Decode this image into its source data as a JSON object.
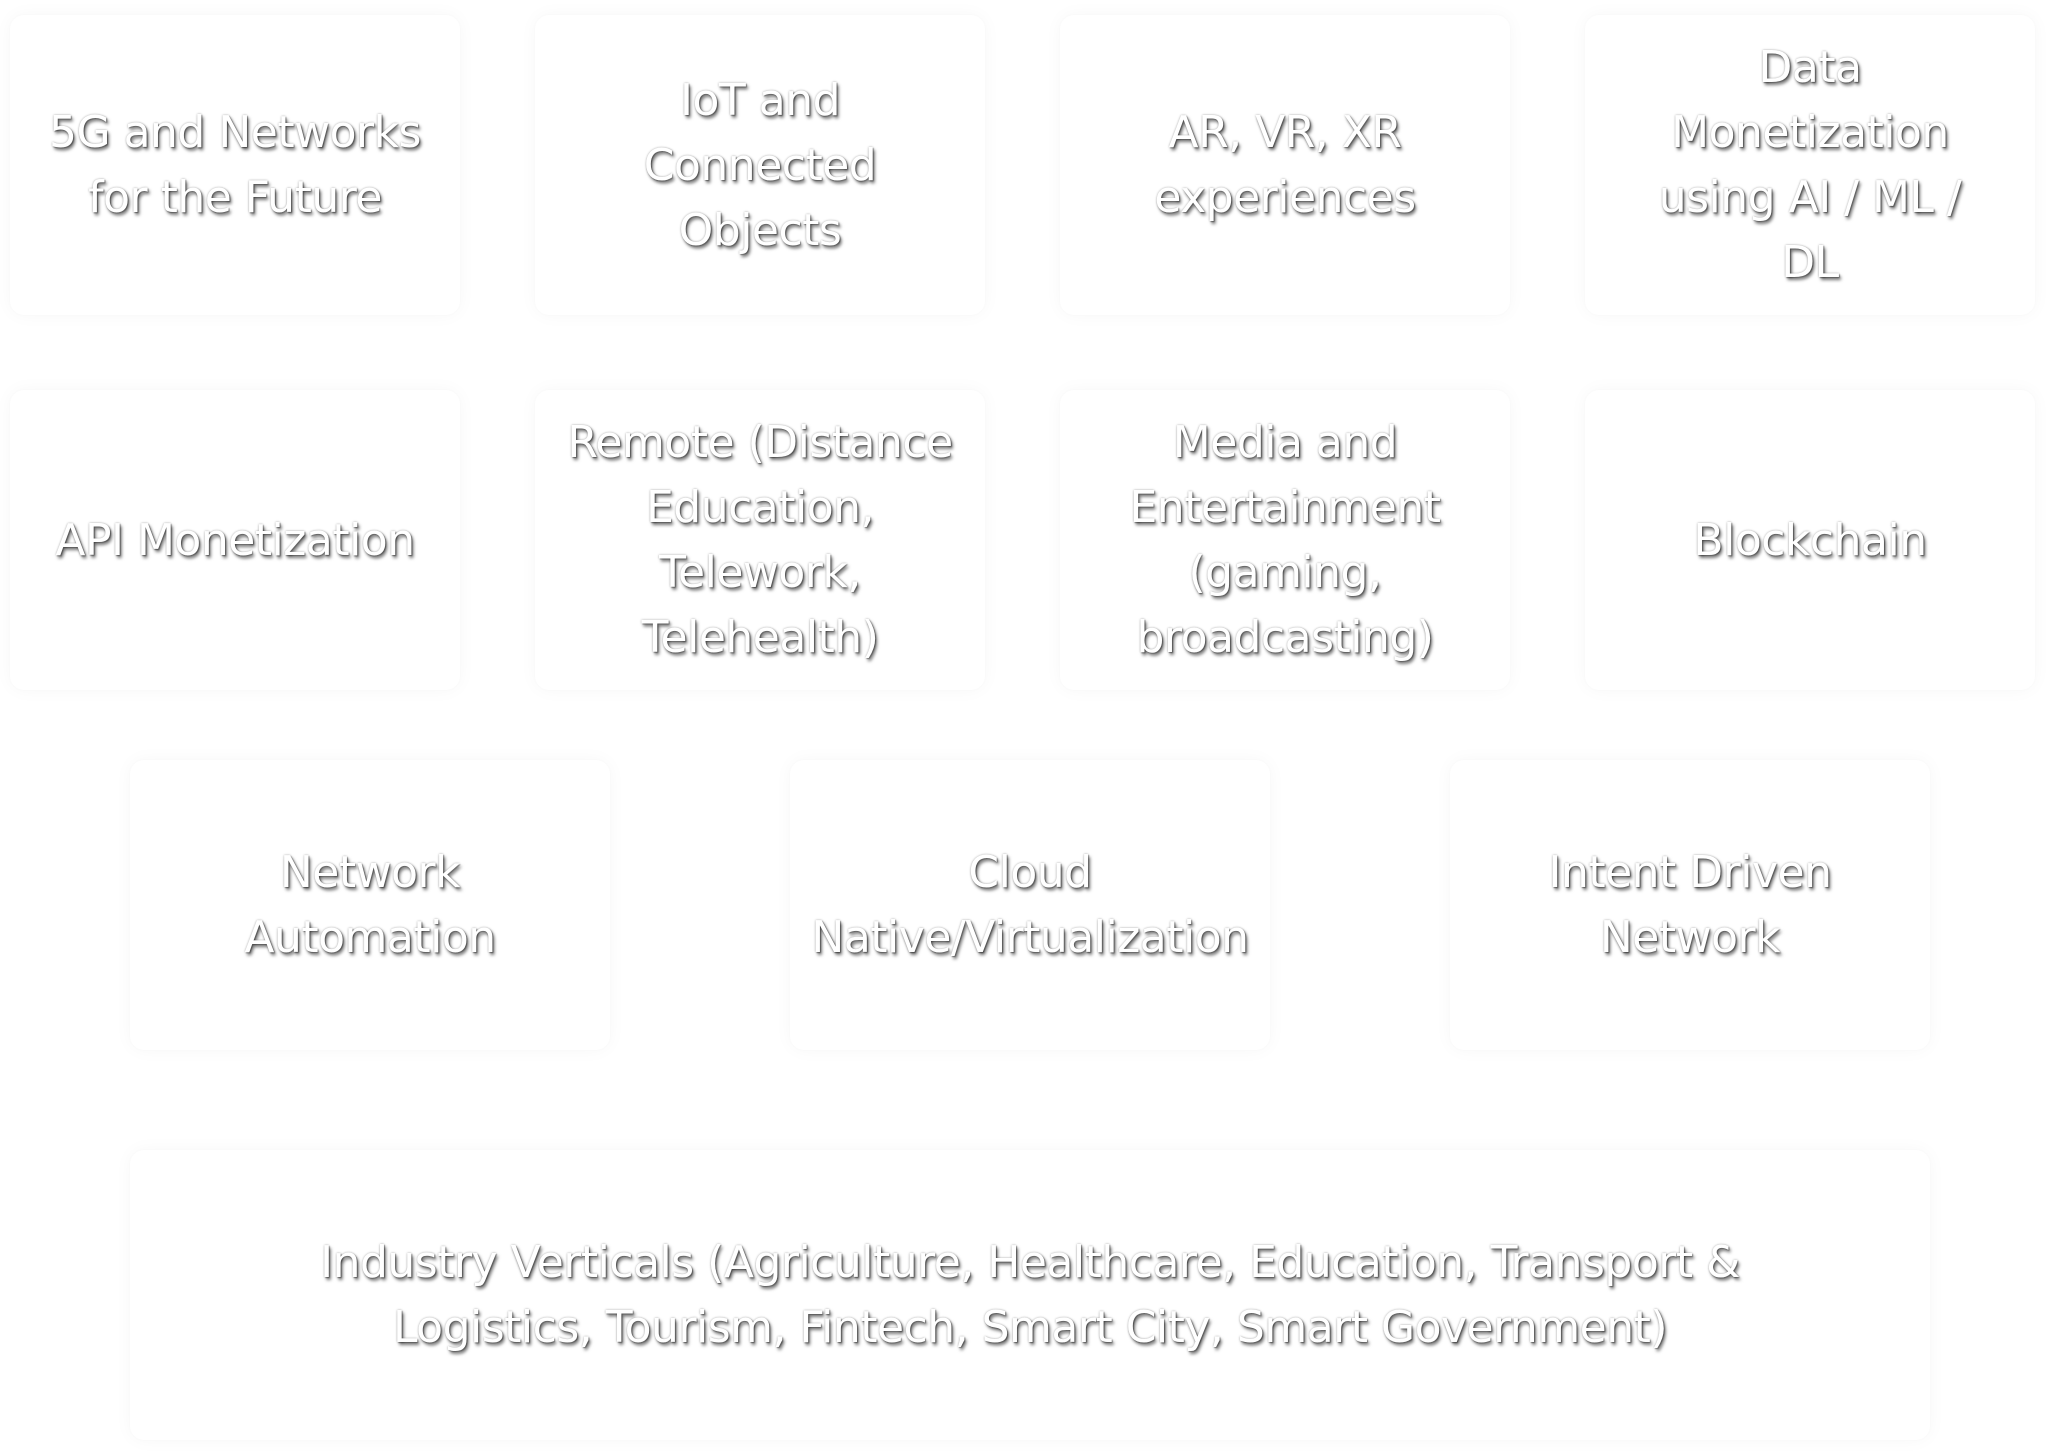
{
  "tiles": {
    "networks_5g": "5G and Networks for the Future",
    "iot": "IoT and Connected Objects",
    "ar_vr_xr": "AR, VR, XR experiences",
    "data_monetization": "Data Monetization using AI / ML / DL",
    "api_monetization": "API Monetization",
    "remote": "Remote (Distance Education, Telework, Telehealth)",
    "media": "Media and Entertainment (gaming, broadcasting)",
    "blockchain": "Blockchain",
    "network_automation": "Network Automation",
    "cloud": "Cloud Native/Virtualization",
    "intent_network": "Intent Driven Network",
    "industry_verticals": "Industry Verticals (Agriculture, Healthcare, Education, Transport & Logistics, Tourism, Fintech, Smart City, Smart Government)"
  }
}
